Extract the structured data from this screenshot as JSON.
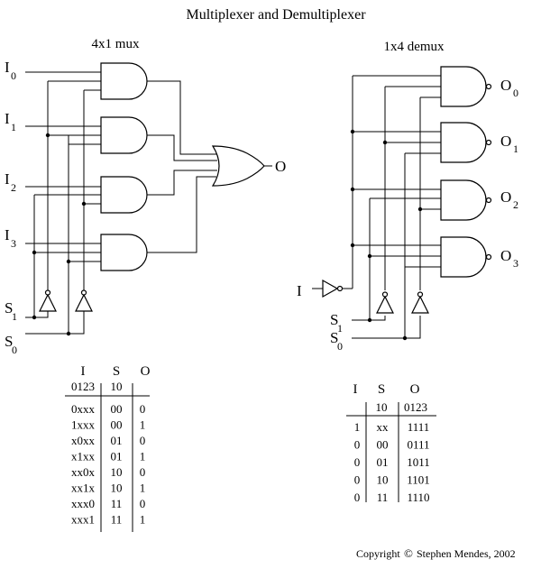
{
  "title": "Multiplexer and Demultiplexer",
  "mux": {
    "title": "4x1 mux",
    "input_letter": "I",
    "input_subs": [
      "0",
      "1",
      "2",
      "3"
    ],
    "select_letter": "S",
    "select_subs": [
      "1",
      "0"
    ],
    "output_label": "O"
  },
  "demux": {
    "title": "1x4 demux",
    "input_label": "I",
    "select_letter": "S",
    "select_subs": [
      "1",
      "0"
    ],
    "output_letter": "O",
    "output_subs": [
      "0",
      "1",
      "2",
      "3"
    ]
  },
  "mux_table": {
    "headers": [
      "I",
      "S",
      "O"
    ],
    "subheaders": [
      "0123",
      "10",
      ""
    ],
    "rows": [
      [
        "0xxx",
        "00",
        "0"
      ],
      [
        "1xxx",
        "00",
        "1"
      ],
      [
        "x0xx",
        "01",
        "0"
      ],
      [
        "x1xx",
        "01",
        "1"
      ],
      [
        "xx0x",
        "10",
        "0"
      ],
      [
        "xx1x",
        "10",
        "1"
      ],
      [
        "xxx0",
        "11",
        "0"
      ],
      [
        "xxx1",
        "11",
        "1"
      ]
    ]
  },
  "demux_table": {
    "headers": [
      "I",
      "S",
      "O"
    ],
    "subheaders": [
      "",
      "10",
      "0123"
    ],
    "rows": [
      [
        "1",
        "xx",
        "1111"
      ],
      [
        "0",
        "00",
        "0111"
      ],
      [
        "0",
        "01",
        "1011"
      ],
      [
        "0",
        "10",
        "1101"
      ],
      [
        "0",
        "11",
        "1110"
      ]
    ]
  },
  "copyright": {
    "prefix": "Copyright",
    "symbol": "©",
    "text": "Stephen Mendes, 2002"
  }
}
